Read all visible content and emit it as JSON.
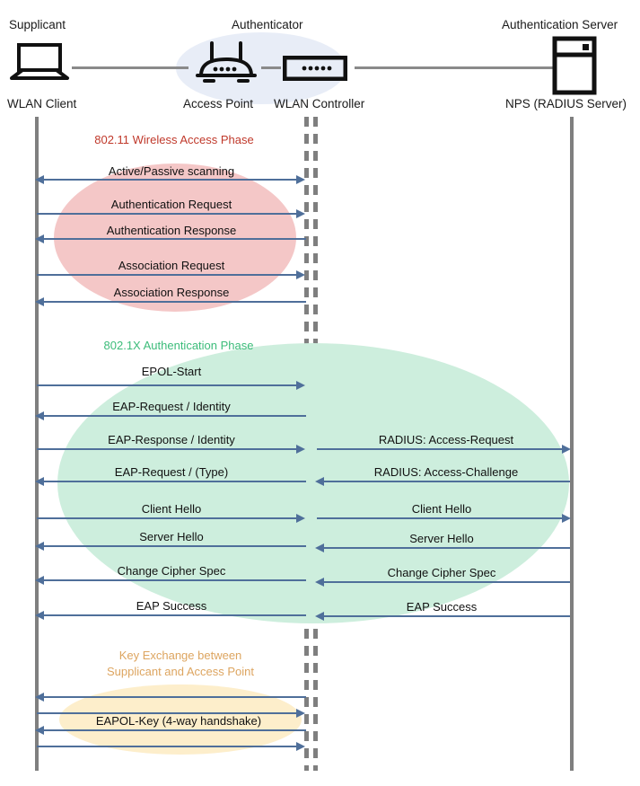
{
  "diagram": {
    "title": "802.1X WLAN Authentication Sequence",
    "colors": {
      "phase1_label": "#c0392b",
      "phase2_label": "#3cbc7a",
      "phase3_label": "#dda560",
      "phase1_fill": "#f4c7c7",
      "phase2_fill": "#cdeedd",
      "phase3_fill": "#fdeecb",
      "arrow": "#4f6f9a",
      "lifeline": "#7f7f7f",
      "authenticator_blob": "#e8edf7"
    }
  },
  "actors": [
    {
      "role": "Supplicant",
      "name": "WLAN Client",
      "icon": "laptop-icon"
    },
    {
      "role": "Authenticator",
      "name": "Access Point",
      "icon": "wireless-router-icon"
    },
    {
      "role": "",
      "name": "WLAN Controller",
      "icon": "network-switch-icon"
    },
    {
      "role": "Authentication Server",
      "name": "NPS (RADIUS Server)",
      "icon": "server-rack-icon"
    }
  ],
  "phases": [
    {
      "id": "phase-wireless-access",
      "label": "802.11 Wireless Access Phase",
      "messages": [
        {
          "text": "Active/Passive scanning",
          "direction": "right",
          "lane": "left"
        },
        {
          "text": "Authentication Request",
          "direction": "right",
          "lane": "left"
        },
        {
          "text": "Authentication Response",
          "direction": "left",
          "lane": "left"
        },
        {
          "text": "Association Request",
          "direction": "right",
          "lane": "left"
        },
        {
          "text": "Association Response",
          "direction": "left",
          "lane": "left"
        }
      ]
    },
    {
      "id": "phase-8021x-auth",
      "label": "802.1X Authentication Phase",
      "messages": [
        {
          "text": "EPOL-Start",
          "direction": "right",
          "lane": "left"
        },
        {
          "text": "EAP-Request / Identity",
          "direction": "left",
          "lane": "left"
        },
        {
          "text": "EAP-Response / Identity",
          "direction": "right",
          "lane": "left"
        },
        {
          "text": "RADIUS: Access-Request",
          "direction": "right",
          "lane": "right"
        },
        {
          "text": "EAP-Request / (Type)",
          "direction": "left",
          "lane": "left"
        },
        {
          "text": "RADIUS: Access-Challenge",
          "direction": "left",
          "lane": "right"
        },
        {
          "text": "Client Hello",
          "direction": "right",
          "lane": "left"
        },
        {
          "text": "Client Hello",
          "direction": "right",
          "lane": "right"
        },
        {
          "text": "Server Hello",
          "direction": "left",
          "lane": "left"
        },
        {
          "text": "Server Hello",
          "direction": "left",
          "lane": "right"
        },
        {
          "text": "Change Cipher Spec",
          "direction": "left",
          "lane": "left"
        },
        {
          "text": "Change Cipher Spec",
          "direction": "left",
          "lane": "right"
        },
        {
          "text": "EAP Success",
          "direction": "left",
          "lane": "left"
        },
        {
          "text": "EAP Success",
          "direction": "left",
          "lane": "right"
        }
      ]
    },
    {
      "id": "phase-key-exchange",
      "label": "Key Exchange between\nSupplicant and Access Point",
      "messages": [
        {
          "text": "",
          "direction": "left",
          "lane": "left"
        },
        {
          "text": "",
          "direction": "right",
          "lane": "left"
        },
        {
          "text": "EAPOL-Key (4-way handshake)",
          "direction": "left",
          "lane": "left"
        },
        {
          "text": "",
          "direction": "right",
          "lane": "left"
        }
      ]
    }
  ],
  "labels": {
    "phase1_caption": "802.11 Wireless Access Phase",
    "phase2_caption": "802.1X Authentication Phase",
    "phase3_caption_line1": "Key Exchange between",
    "phase3_caption_line2": "Supplicant and Access Point",
    "m_scanning": "Active/Passive scanning",
    "m_auth_req": "Authentication Request",
    "m_auth_resp": "Authentication Response",
    "m_assoc_req": "Association Request",
    "m_assoc_resp": "Association Response",
    "m_eapol_start": "EPOL-Start",
    "m_eap_req_id": "EAP-Request / Identity",
    "m_eap_resp_id": "EAP-Response / Identity",
    "m_radius_access_request": "RADIUS: Access-Request",
    "m_eap_req_type": "EAP-Request / (Type)",
    "m_radius_access_challenge": "RADIUS: Access-Challenge",
    "m_client_hello_l": "Client Hello",
    "m_client_hello_r": "Client Hello",
    "m_server_hello_l": "Server Hello",
    "m_server_hello_r": "Server Hello",
    "m_ccs_l": "Change Cipher Spec",
    "m_ccs_r": "Change Cipher Spec",
    "m_eap_success_l": "EAP Success",
    "m_eap_success_r": "EAP Success",
    "m_eapol_key": "EAPOL-Key (4-way handshake)",
    "actor1_role": "Supplicant",
    "actor1_name": "WLAN Client",
    "actor2_role": "Authenticator",
    "actor2_name": "Access Point",
    "actor3_name": "WLAN Controller",
    "actor4_role": "Authentication Server",
    "actor4_name": "NPS (RADIUS Server)"
  }
}
